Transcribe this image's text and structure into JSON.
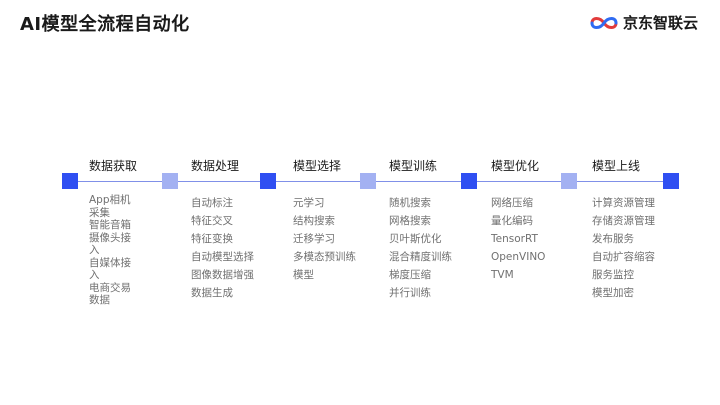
{
  "header": {
    "title": "AI模型全流程自动化",
    "brand_name": "京东智联云"
  },
  "colors": {
    "node_dark": "#2f4ff2",
    "node_light": "#a3b1f2",
    "line": "#8090e8"
  },
  "stages": [
    {
      "title": "数据获取",
      "items": [
        "App相机采集",
        "智能音箱",
        "摄像头接入",
        "自媒体接入",
        "电商交易数据"
      ]
    },
    {
      "title": "数据处理",
      "items": [
        "自动标注",
        "特征交叉",
        "特征变换",
        "自动模型选择",
        "图像数据增强",
        "数据生成"
      ]
    },
    {
      "title": "模型选择",
      "items": [
        "元学习",
        "结构搜索",
        "迁移学习",
        "多模态预训练",
        "模型"
      ]
    },
    {
      "title": "模型训练",
      "items": [
        "随机搜索",
        "网格搜索",
        "贝叶斯优化",
        "混合精度训练",
        "梯度压缩",
        "并行训练"
      ]
    },
    {
      "title": "模型优化",
      "items": [
        "网络压缩",
        "量化编码",
        "TensorRT",
        "OpenVINO",
        "TVM"
      ]
    },
    {
      "title": "模型上线",
      "items": [
        "计算资源管理",
        "存储资源管理",
        "发布服务",
        "自动扩容缩容",
        "服务监控",
        "模型加密"
      ]
    }
  ]
}
